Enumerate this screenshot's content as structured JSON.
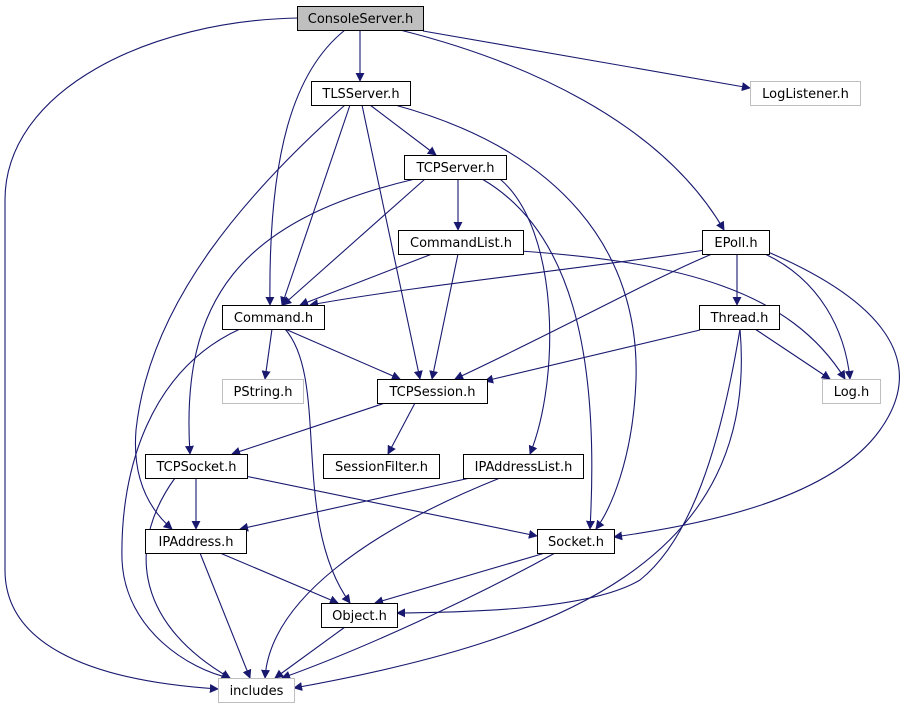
{
  "diagram": {
    "type": "include-dependency-graph",
    "colors": {
      "edge": "#191970",
      "root_fill": "#bfbfbf",
      "node_fill": "#ffffff",
      "node_border": "#000000",
      "external_border": "#bfbfbf",
      "external_text": "#404040"
    },
    "nodes": [
      {
        "id": "consoleserver",
        "label": "ConsoleServer.h",
        "kind": "root"
      },
      {
        "id": "tlsserver",
        "label": "TLSServer.h",
        "kind": "file"
      },
      {
        "id": "loglistener",
        "label": "LogListener.h",
        "kind": "external"
      },
      {
        "id": "tcpserver",
        "label": "TCPServer.h",
        "kind": "file"
      },
      {
        "id": "commandlist",
        "label": "CommandList.h",
        "kind": "file"
      },
      {
        "id": "epoll",
        "label": "EPoll.h",
        "kind": "file"
      },
      {
        "id": "command",
        "label": "Command.h",
        "kind": "file"
      },
      {
        "id": "thread",
        "label": "Thread.h",
        "kind": "file"
      },
      {
        "id": "pstring",
        "label": "PString.h",
        "kind": "external"
      },
      {
        "id": "tcpsession",
        "label": "TCPSession.h",
        "kind": "file"
      },
      {
        "id": "log",
        "label": "Log.h",
        "kind": "external"
      },
      {
        "id": "tcpsocket",
        "label": "TCPSocket.h",
        "kind": "file"
      },
      {
        "id": "sessionfilter",
        "label": "SessionFilter.h",
        "kind": "file"
      },
      {
        "id": "ipaddresslist",
        "label": "IPAddressList.h",
        "kind": "file"
      },
      {
        "id": "ipaddress",
        "label": "IPAddress.h",
        "kind": "file"
      },
      {
        "id": "socket",
        "label": "Socket.h",
        "kind": "file"
      },
      {
        "id": "object",
        "label": "Object.h",
        "kind": "file"
      },
      {
        "id": "includes",
        "label": "includes",
        "kind": "external"
      }
    ],
    "edges": [
      {
        "from": "consoleserver",
        "to": "tlsserver"
      },
      {
        "from": "consoleserver",
        "to": "loglistener"
      },
      {
        "from": "consoleserver",
        "to": "epoll"
      },
      {
        "from": "consoleserver",
        "to": "command"
      },
      {
        "from": "consoleserver",
        "to": "includes"
      },
      {
        "from": "tlsserver",
        "to": "tcpserver"
      },
      {
        "from": "tlsserver",
        "to": "command"
      },
      {
        "from": "tlsserver",
        "to": "tcpsession"
      },
      {
        "from": "tlsserver",
        "to": "socket"
      },
      {
        "from": "tlsserver",
        "to": "ipaddress"
      },
      {
        "from": "tcpserver",
        "to": "commandlist"
      },
      {
        "from": "tcpserver",
        "to": "command"
      },
      {
        "from": "tcpserver",
        "to": "tcpsocket"
      },
      {
        "from": "tcpserver",
        "to": "ipaddresslist"
      },
      {
        "from": "tcpserver",
        "to": "socket"
      },
      {
        "from": "commandlist",
        "to": "command"
      },
      {
        "from": "commandlist",
        "to": "tcpsession"
      },
      {
        "from": "commandlist",
        "to": "log"
      },
      {
        "from": "epoll",
        "to": "command"
      },
      {
        "from": "epoll",
        "to": "tcpsession"
      },
      {
        "from": "epoll",
        "to": "thread"
      },
      {
        "from": "epoll",
        "to": "log"
      },
      {
        "from": "epoll",
        "to": "socket"
      },
      {
        "from": "command",
        "to": "pstring"
      },
      {
        "from": "command",
        "to": "tcpsession"
      },
      {
        "from": "command",
        "to": "object"
      },
      {
        "from": "command",
        "to": "includes"
      },
      {
        "from": "thread",
        "to": "tcpsession"
      },
      {
        "from": "thread",
        "to": "log"
      },
      {
        "from": "thread",
        "to": "object"
      },
      {
        "from": "thread",
        "to": "includes"
      },
      {
        "from": "tcpsession",
        "to": "sessionfilter"
      },
      {
        "from": "tcpsession",
        "to": "tcpsocket"
      },
      {
        "from": "tcpsocket",
        "to": "ipaddress"
      },
      {
        "from": "tcpsocket",
        "to": "socket"
      },
      {
        "from": "tcpsocket",
        "to": "includes"
      },
      {
        "from": "ipaddresslist",
        "to": "ipaddress"
      },
      {
        "from": "ipaddresslist",
        "to": "includes"
      },
      {
        "from": "ipaddress",
        "to": "object"
      },
      {
        "from": "ipaddress",
        "to": "includes"
      },
      {
        "from": "socket",
        "to": "object"
      },
      {
        "from": "socket",
        "to": "includes"
      },
      {
        "from": "object",
        "to": "includes"
      }
    ]
  }
}
